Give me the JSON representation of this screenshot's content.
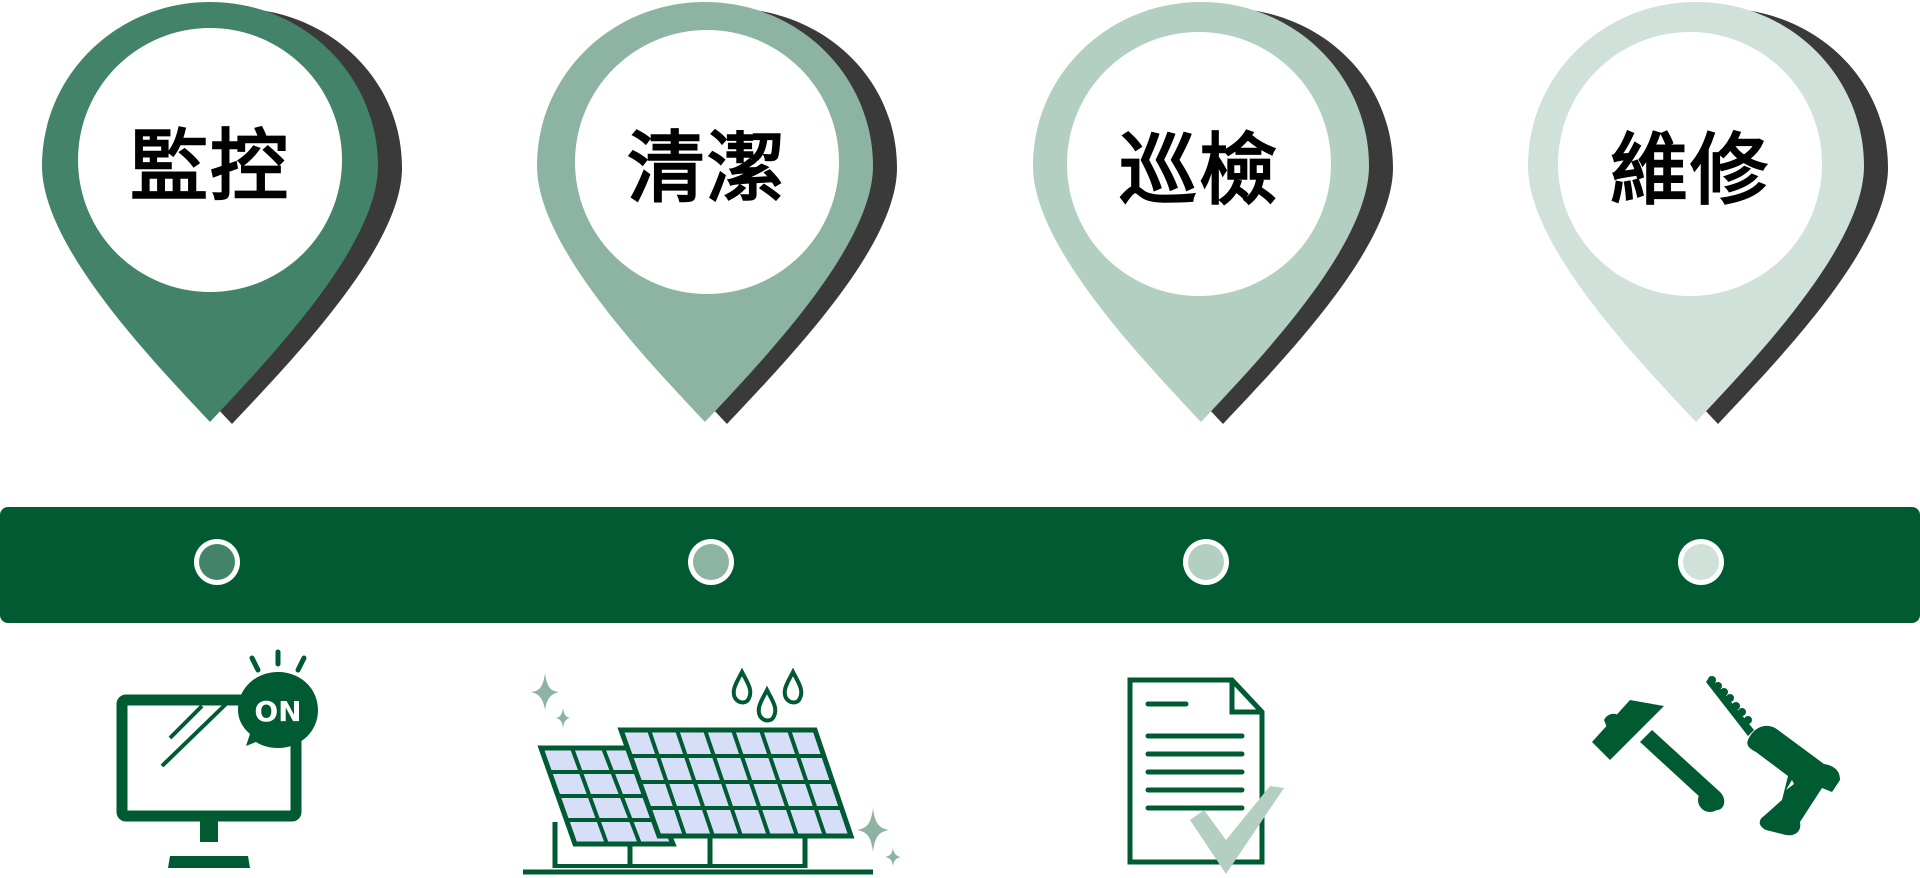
{
  "colors": {
    "bar": "#005a32",
    "icon_stroke": "#005a32",
    "panel_fill": "#d7def8",
    "shadow": "#3a3a3a",
    "check": "#b3cfc2"
  },
  "steps": [
    {
      "label": "監控",
      "color": "#43836a",
      "icon": "monitor-on-icon",
      "badge": "ON"
    },
    {
      "label": "清潔",
      "color": "#8db4a2",
      "icon": "solar-panel-cleaning-icon"
    },
    {
      "label": "巡檢",
      "color": "#b3cfc2",
      "icon": "inspection-checklist-icon"
    },
    {
      "label": "維修",
      "color": "#d0e1d9",
      "icon": "repair-tools-icon"
    }
  ]
}
